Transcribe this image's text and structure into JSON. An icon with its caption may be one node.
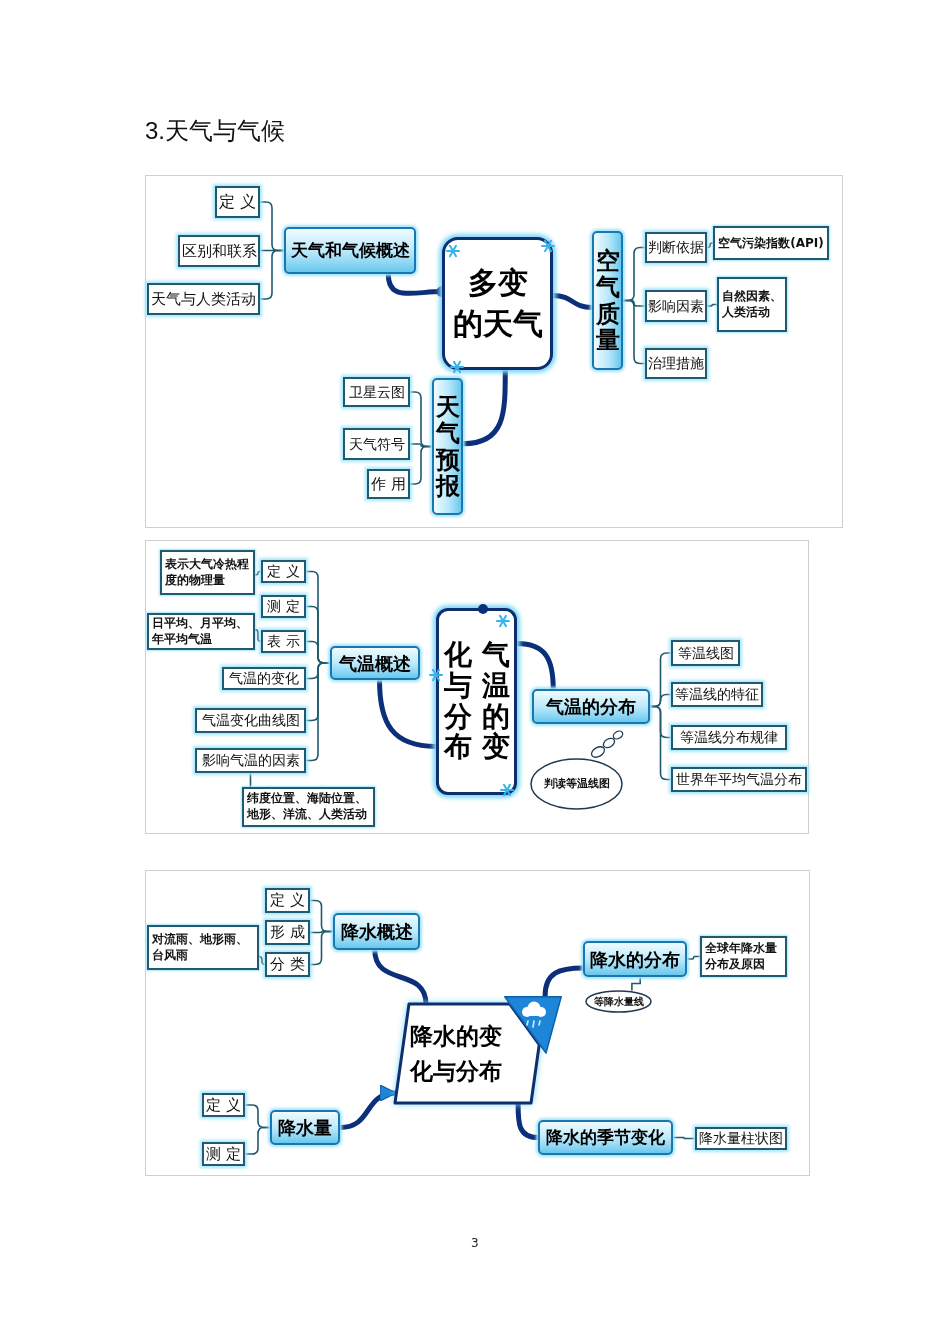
{
  "diagram": {
    "title": "3.天气与气候",
    "nodes": [
      {
        "text": [
          "多变的天气"
        ]
      },
      {
        "text": [
          "天气和气候概述"
        ]
      },
      {
        "text": [
          "定义"
        ]
      },
      {
        "text": [
          "区别和联系"
        ]
      },
      {
        "text": [
          "天气与人类活动"
        ]
      },
      {
        "text": [
          "空气质量"
        ]
      },
      {
        "text": [
          "判断依据"
        ]
      },
      {
        "text": [
          "空气污染指数(API)"
        ]
      },
      {
        "text": [
          "影响因素"
        ]
      },
      {
        "text": [
          "自然因素、人类活动"
        ]
      },
      {
        "text": [
          "治理措施"
        ]
      },
      {
        "text": [
          "天气预报"
        ]
      },
      {
        "text": [
          "卫星云图"
        ]
      },
      {
        "text": [
          "天气符号"
        ]
      },
      {
        "text": [
          "作用"
        ]
      },
      {
        "text": [
          "气温的变化与分布"
        ]
      },
      {
        "text": [
          "气温概述"
        ]
      },
      {
        "text": [
          "定义"
        ]
      },
      {
        "text": [
          "表示大气冷热程度的物理量"
        ]
      },
      {
        "text": [
          "测定"
        ]
      },
      {
        "text": [
          "表示"
        ]
      },
      {
        "text": [
          "日平均、月平均、年平均气温"
        ]
      },
      {
        "text": [
          "气温的变化"
        ]
      },
      {
        "text": [
          "气温变化曲线图"
        ]
      },
      {
        "text": [
          "影响气温的因素"
        ]
      },
      {
        "text": [
          "纬度位置、海陆位置、地形、洋流、人类活动"
        ]
      },
      {
        "text": [
          "气温的分布"
        ]
      },
      {
        "text": [
          "等温线图"
        ]
      },
      {
        "text": [
          "等温线的特征"
        ]
      },
      {
        "text": [
          "等温线分布规律"
        ]
      },
      {
        "text": [
          "世界年平均气温分布"
        ]
      },
      {
        "text": [
          "判读等温线图"
        ]
      },
      {
        "text": [
          "降水的变化与分布"
        ]
      },
      {
        "text": [
          "降水概述"
        ]
      },
      {
        "text": [
          "定义"
        ]
      },
      {
        "text": [
          "形成"
        ]
      },
      {
        "text": [
          "分类"
        ]
      },
      {
        "text": [
          "对流雨、地形雨、台风雨"
        ]
      },
      {
        "text": [
          "降水的分布"
        ]
      },
      {
        "text": [
          "全球年降水量分布及原因"
        ]
      },
      {
        "text": [
          "等降水量线"
        ]
      },
      {
        "text": [
          "降水量"
        ]
      },
      {
        "text": [
          "定义"
        ]
      },
      {
        "text": [
          "测定"
        ]
      },
      {
        "text": [
          "降水的季节变化"
        ]
      },
      {
        "text": [
          "降水量柱状图"
        ]
      }
    ],
    "edges": [
      {
        "from": 1,
        "to": 0,
        "arrow": "other",
        "style": "thick",
        "color": "#0b2f78"
      },
      {
        "from": 1,
        "to": 2,
        "arrow": "none"
      },
      {
        "from": 1,
        "to": 3,
        "arrow": "none"
      },
      {
        "from": 1,
        "to": 4,
        "arrow": "none"
      },
      {
        "from": 0,
        "to": 5,
        "arrow": "none",
        "style": "thick",
        "color": "#0b2f78"
      },
      {
        "from": 5,
        "to": 6,
        "arrow": "none"
      },
      {
        "from": 5,
        "to": 8,
        "arrow": "none"
      },
      {
        "from": 5,
        "to": 10,
        "arrow": "none"
      },
      {
        "from": 6,
        "to": 7,
        "arrow": "none"
      },
      {
        "from": 8,
        "to": 9,
        "arrow": "none"
      },
      {
        "from": 0,
        "to": 11,
        "arrow": "none",
        "style": "thick",
        "color": "#0b2f78"
      },
      {
        "from": 11,
        "to": 12,
        "arrow": "none"
      },
      {
        "from": 11,
        "to": 13,
        "arrow": "none"
      },
      {
        "from": 11,
        "to": 14,
        "arrow": "none"
      },
      {
        "from": 15,
        "to": 16,
        "arrow": "none",
        "style": "thick",
        "color": "#0b2f78"
      },
      {
        "from": 16,
        "to": 17,
        "arrow": "none"
      },
      {
        "from": 16,
        "to": 19,
        "arrow": "none"
      },
      {
        "from": 16,
        "to": 20,
        "arrow": "none"
      },
      {
        "from": 16,
        "to": 22,
        "arrow": "none"
      },
      {
        "from": 16,
        "to": 23,
        "arrow": "none"
      },
      {
        "from": 16,
        "to": 24,
        "arrow": "none"
      },
      {
        "from": 17,
        "to": 18,
        "arrow": "none"
      },
      {
        "from": 20,
        "to": 21,
        "arrow": "none"
      },
      {
        "from": 24,
        "to": 25,
        "arrow": "none"
      },
      {
        "from": 15,
        "to": 26,
        "arrow": "none",
        "style": "thick",
        "color": "#0b2f78"
      },
      {
        "from": 26,
        "to": 27,
        "arrow": "none"
      },
      {
        "from": 26,
        "to": 28,
        "arrow": "none"
      },
      {
        "from": 26,
        "to": 29,
        "arrow": "none"
      },
      {
        "from": 26,
        "to": 30,
        "arrow": "none"
      },
      {
        "from": 32,
        "to": 33,
        "arrow": "none",
        "style": "thick",
        "color": "#0b2f78"
      },
      {
        "from": 33,
        "to": 34,
        "arrow": "none"
      },
      {
        "from": 33,
        "to": 35,
        "arrow": "none"
      },
      {
        "from": 33,
        "to": 36,
        "arrow": "none"
      },
      {
        "from": 36,
        "to": 37,
        "arrow": "none"
      },
      {
        "from": 32,
        "to": 38,
        "arrow": "none",
        "style": "thick",
        "color": "#0b2f78"
      },
      {
        "from": 38,
        "to": 39,
        "arrow": "none"
      },
      {
        "from": 38,
        "to": 40,
        "arrow": "none"
      },
      {
        "from": 41,
        "to": 32,
        "arrow": "to",
        "style": "thick",
        "color": "#0b2f78"
      },
      {
        "from": 41,
        "to": 42,
        "arrow": "none"
      },
      {
        "from": 41,
        "to": 43,
        "arrow": "none"
      },
      {
        "from": 32,
        "to": 44,
        "arrow": "none",
        "style": "thick",
        "color": "#0b2f78"
      },
      {
        "from": 44,
        "to": 45,
        "arrow": "none"
      }
    ],
    "labels": [
      "3"
    ]
  }
}
